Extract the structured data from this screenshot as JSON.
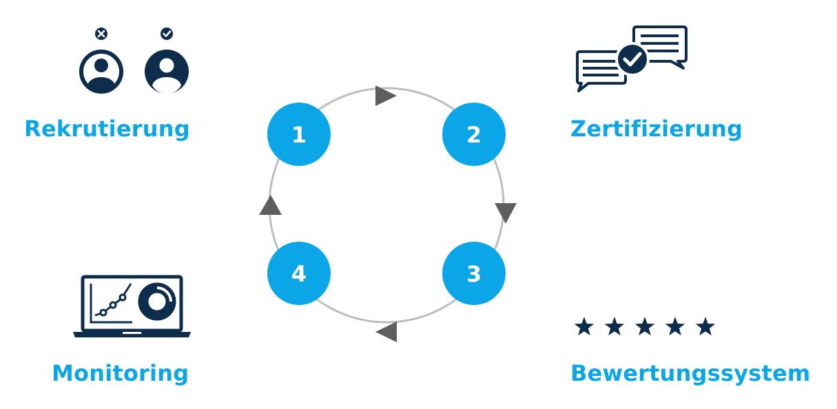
{
  "colors": {
    "accent": "#0AA6E8",
    "navy": "#0E2C4C",
    "ring": "#BDBDBD",
    "arrow": "#5E5E5E",
    "number": "#FFFFFF"
  },
  "labels": {
    "recruit": "Rekrutierung",
    "cert": "Zertifizierung",
    "monitor": "Monitoring",
    "rating": "Bewertungssystem"
  },
  "steps": [
    "1",
    "2",
    "3",
    "4"
  ],
  "icons": {
    "recruit": "people-select-icon",
    "cert": "chat-check-icon",
    "monitor": "laptop-chart-icon",
    "rating": "five-stars-icon"
  }
}
